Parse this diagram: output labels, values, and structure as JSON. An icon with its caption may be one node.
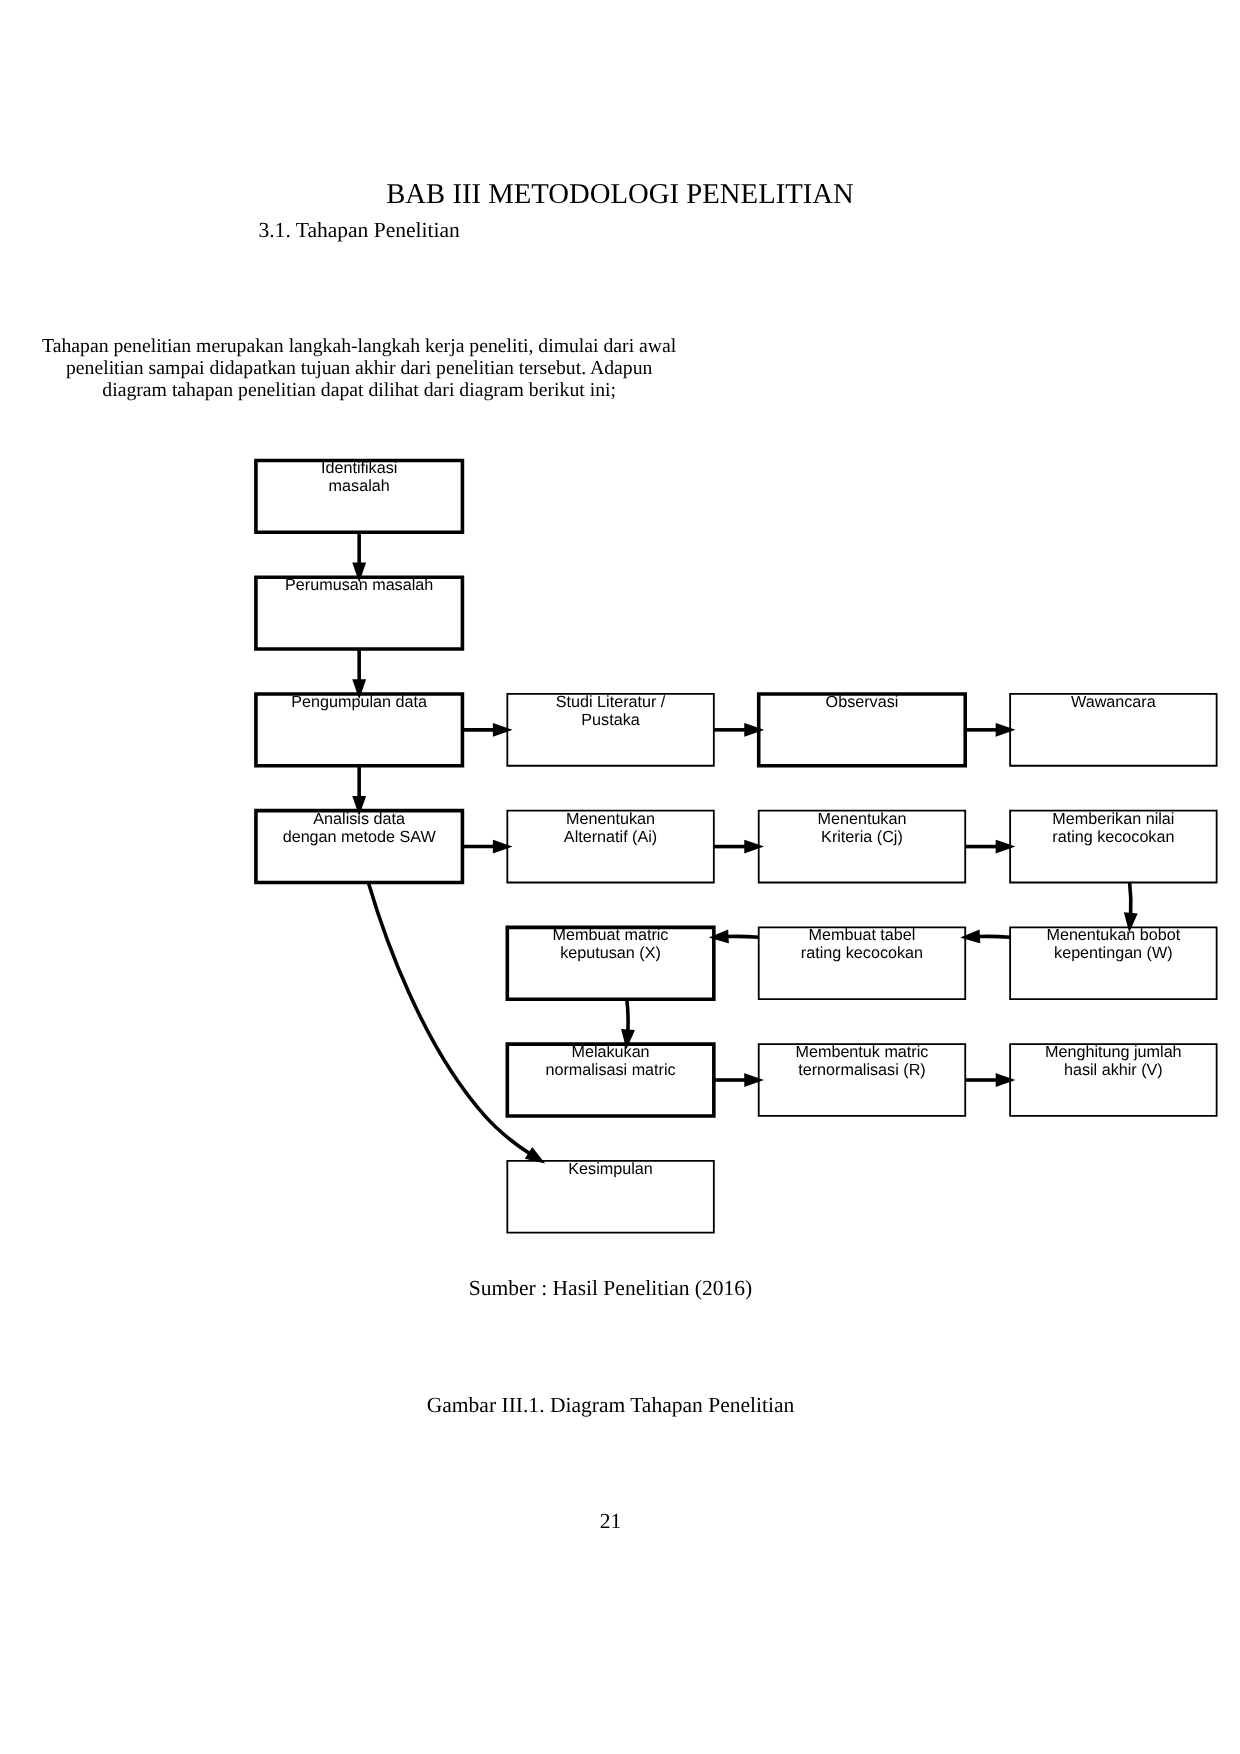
{
  "diagram": {
    "title": "BAB III METODOLOGI PENELITIAN",
    "caption": "Gambar III.1. Diagram Tahapan Penelitian",
    "nodes": [
      {
        "text": [
          "Identifikasi masalah"
        ]
      },
      {
        "text": [
          "Perumusan masalah"
        ]
      },
      {
        "text": [
          "Pengumpulan data"
        ]
      },
      {
        "text": [
          "Studi Literatur / Pustaka"
        ]
      },
      {
        "text": [
          "Observasi"
        ]
      },
      {
        "text": [
          "Wawancara"
        ]
      },
      {
        "text": [
          "Analisis data dengan metode SAW"
        ]
      },
      {
        "text": [
          "Menentukan Alternatif (Ai)"
        ]
      },
      {
        "text": [
          "Menentukan Kriteria (Cj)"
        ]
      },
      {
        "text": [
          "Memberikan nilai rating kecocokan"
        ]
      },
      {
        "text": [
          "Membuat matric keputusan (X)"
        ]
      },
      {
        "text": [
          "Membuat tabel rating kecocokan"
        ]
      },
      {
        "text": [
          "Menentukan bobot kepentingan (W)"
        ]
      },
      {
        "text": [
          "Melakukan normalisasi matric"
        ]
      },
      {
        "text": [
          "Membentuk matric ternormalisasi (R)"
        ]
      },
      {
        "text": [
          "Menghitung jumlah hasil akhir (V)"
        ]
      },
      {
        "text": [
          "Kesimpulan"
        ]
      }
    ],
    "edges": [
      {
        "from": 0,
        "to": 1,
        "arrow": "to"
      },
      {
        "from": 1,
        "to": 2,
        "arrow": "to"
      },
      {
        "from": 2,
        "to": 3,
        "arrow": "to"
      },
      {
        "from": 3,
        "to": 4,
        "arrow": "to"
      },
      {
        "from": 4,
        "to": 5,
        "arrow": "to"
      },
      {
        "from": 2,
        "to": 6,
        "arrow": "to"
      },
      {
        "from": 6,
        "to": 7,
        "arrow": "to"
      },
      {
        "from": 7,
        "to": 8,
        "arrow": "to"
      },
      {
        "from": 8,
        "to": 9,
        "arrow": "to"
      },
      {
        "from": 9,
        "to": 12,
        "arrow": "to"
      },
      {
        "from": 12,
        "to": 11,
        "arrow": "to"
      },
      {
        "from": 11,
        "to": 10,
        "arrow": "to"
      },
      {
        "from": 10,
        "to": 13,
        "arrow": "to"
      },
      {
        "from": 13,
        "to": 14,
        "arrow": "to"
      },
      {
        "from": 14,
        "to": 15,
        "arrow": "to"
      },
      {
        "from": 6,
        "to": 16,
        "arrow": "to"
      }
    ],
    "labels": [
      "3.1. Tahapan Penelitian",
      "Tahapan penelitian merupakan langkah-langkah kerja peneliti, dimulai dari awal penelitian sampai didapatkan tujuan akhir dari penelitian tersebut. Adapun diagram tahapan penelitian dapat dilihat dari diagram berikut ini;",
      "Sumber : Hasil Penelitian (2016)",
      "21"
    ]
  }
}
